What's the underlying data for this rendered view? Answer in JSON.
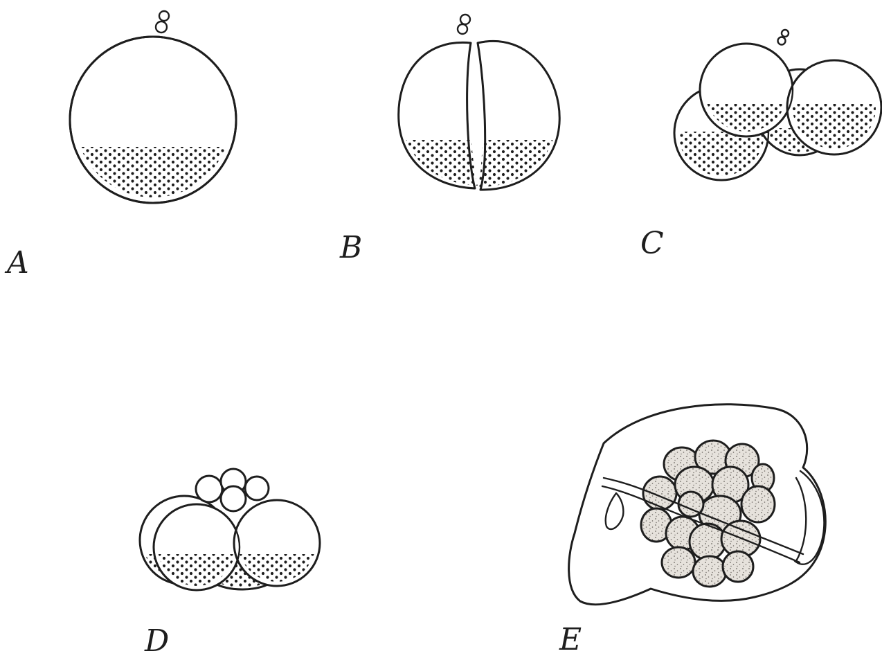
{
  "panels": [
    {
      "id": "a",
      "label": "A"
    },
    {
      "id": "b",
      "label": "B"
    },
    {
      "id": "c",
      "label": "C"
    },
    {
      "id": "d",
      "label": "D"
    },
    {
      "id": "e",
      "label": "E"
    }
  ],
  "colors": {
    "ink": "#1e1e1e",
    "paper": "#ffffff",
    "yolk_fill": "#e6e2dc"
  }
}
